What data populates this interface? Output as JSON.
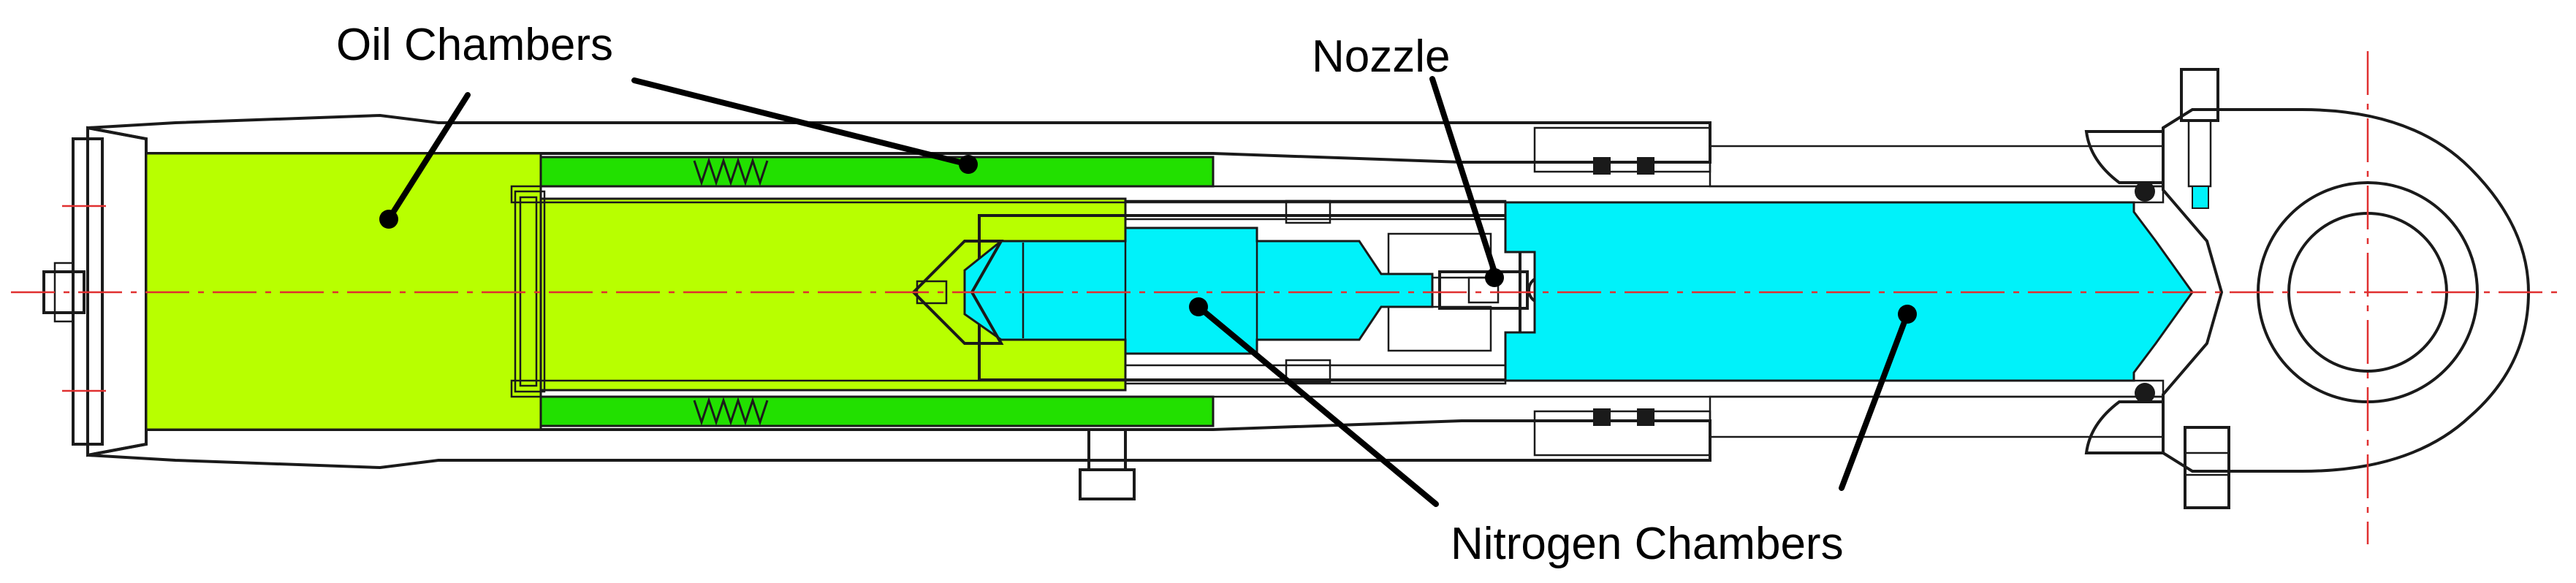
{
  "labels": {
    "oil_chambers": "Oil Chambers",
    "nozzle": "Nozzle",
    "nitrogen_chambers": "Nitrogen Chambers"
  },
  "colors": {
    "oil_chamber": "#b8ff00",
    "oil_chamber_bright": "#22e000",
    "nitrogen_chamber": "#00f2fa",
    "hatch": "#222222",
    "centerline": "#e03030"
  }
}
